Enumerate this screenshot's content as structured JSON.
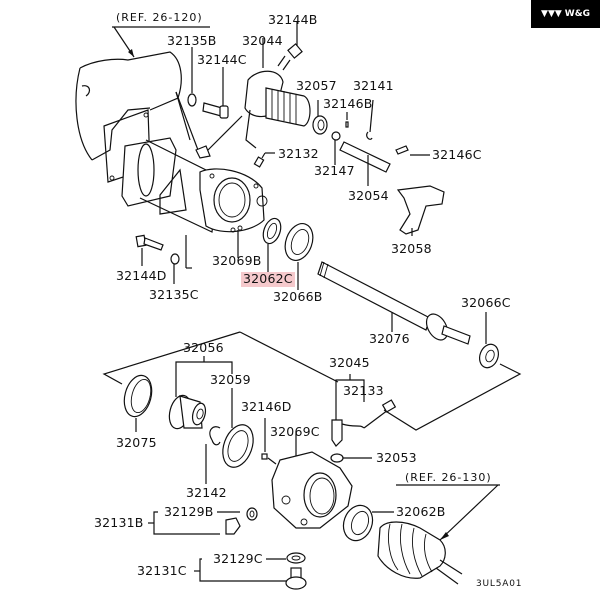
{
  "diagram": {
    "type": "exploded-parts-diagram",
    "highlight_color": "#f5c9cc",
    "brand_badge": {
      "icon": "triple-chevron-logo-icon",
      "text": "W&G"
    },
    "references": [
      {
        "id": "ref-26-120",
        "text": "(REF. 26-120)"
      },
      {
        "id": "ref-26-130",
        "text": "(REF. 26-130)"
      }
    ],
    "figure_code": "3UL5A01",
    "parts": {
      "p32144B": "32144B",
      "p32135B": "32135B",
      "p32044": "32044",
      "p32144C": "32144C",
      "p32057": "32057",
      "p32141": "32141",
      "p32146B": "32146B",
      "p32132": "32132",
      "p32146C": "32146C",
      "p32147": "32147",
      "p32054": "32054",
      "p32058": "32058",
      "p32069B": "32069B",
      "p32144D": "32144D",
      "p32062C": "32062C",
      "p32066B": "32066B",
      "p32135C": "32135C",
      "p32066C": "32066C",
      "p32076": "32076",
      "p32056": "32056",
      "p32059": "32059",
      "p32045": "32045",
      "p32133": "32133",
      "p32146D": "32146D",
      "p32075": "32075",
      "p32069C": "32069C",
      "p32053": "32053",
      "p32142": "32142",
      "p32131B": "32131B",
      "p32129B": "32129B",
      "p32062B": "32062B",
      "p32129C": "32129C",
      "p32131C": "32131C"
    },
    "highlighted_part": "32062C"
  }
}
